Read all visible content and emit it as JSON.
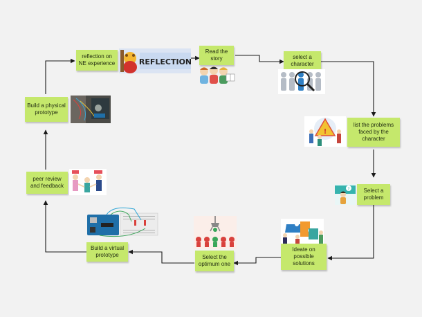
{
  "steps": [
    {
      "id": "reflection",
      "label": "reflection on NE experience"
    },
    {
      "id": "read-story",
      "label": "Read the story"
    },
    {
      "id": "select-character",
      "label": "select a character"
    },
    {
      "id": "list-problems",
      "label": "list the problems faced by the character"
    },
    {
      "id": "select-problem",
      "label": "Select a problem"
    },
    {
      "id": "ideate",
      "label": "Ideate on possible solutions"
    },
    {
      "id": "select-optimum",
      "label": "Select the optimum one"
    },
    {
      "id": "virtual-prototype",
      "label": "Build a virtual prototype"
    },
    {
      "id": "peer-review",
      "label": "peer review and feedback"
    },
    {
      "id": "physical-prototype",
      "label": "Build a physical prototype"
    }
  ],
  "images": {
    "reflection_banner_text": "REFLECTION"
  },
  "colors": {
    "background": "#f2f2f2",
    "note": "#c5e86c",
    "arrow": "#1a1a1a"
  },
  "icons": [
    "reflection-banner-icon",
    "kids-reading-icon",
    "person-magnifier-icon",
    "problem-people-icon",
    "question-person-icon",
    "puzzle-team-icon",
    "selection-claw-icon",
    "arduino-board-icon",
    "peer-review-people-icon",
    "physical-prototype-photo-icon"
  ]
}
